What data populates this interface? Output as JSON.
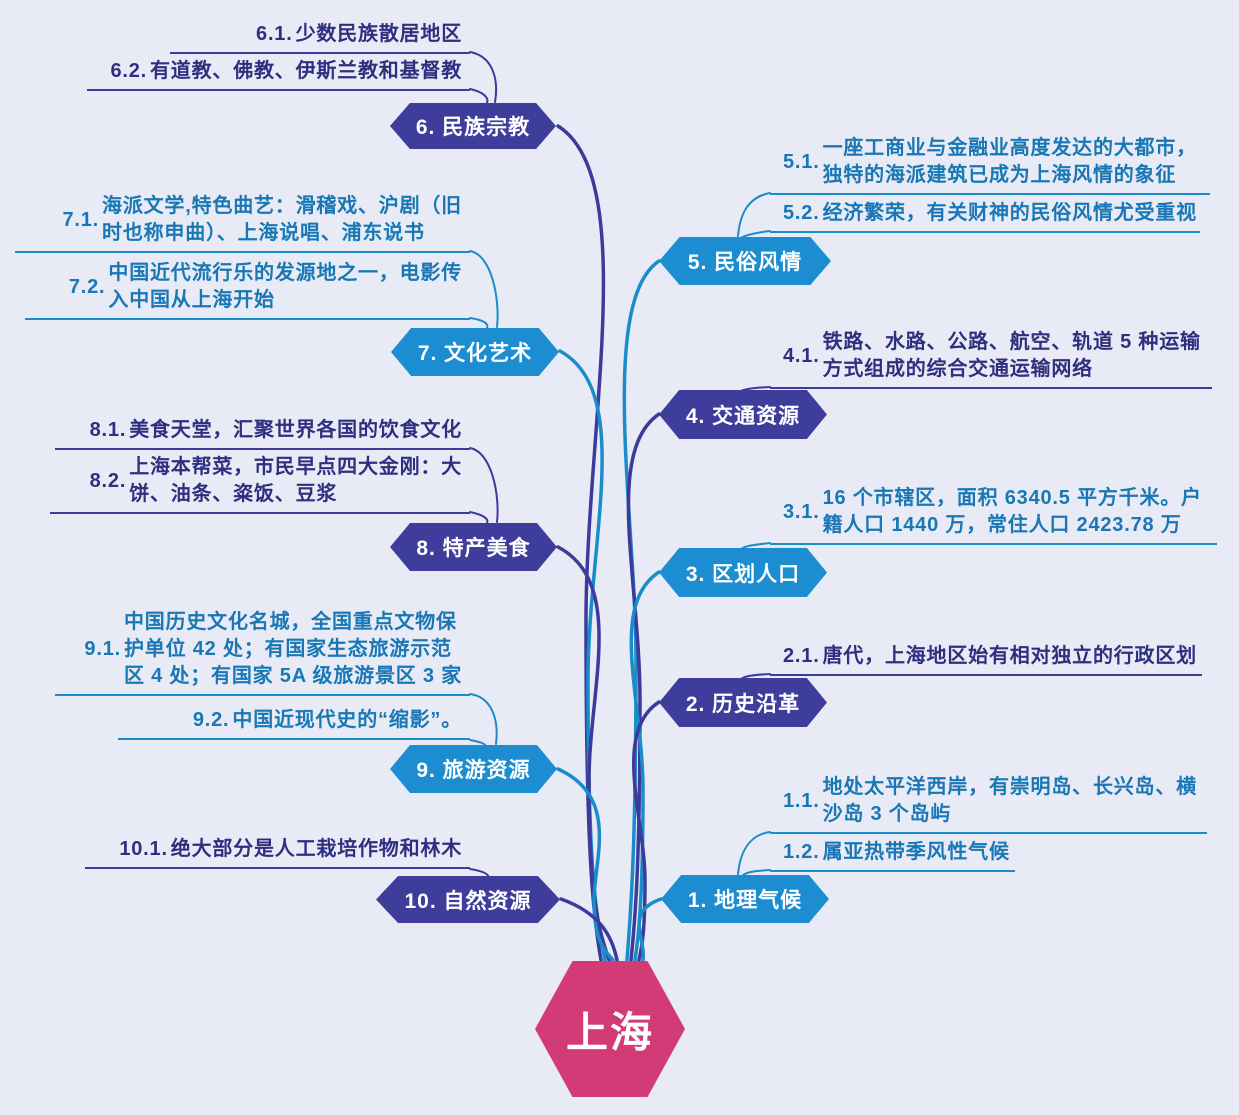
{
  "center": {
    "label": "上海"
  },
  "colors": {
    "background": "#e8ebf5",
    "center_pink": "#d23b76",
    "node_blue": "#1b8dd0",
    "node_indigo": "#3f3d9b",
    "text_blue": "#1877b4",
    "text_indigo": "#2f2f80",
    "line_blue": "#1a8cc9",
    "line_indigo": "#3c3a9b"
  },
  "branches": [
    {
      "label": "1. 地理气候",
      "color": "blue",
      "items": [
        {
          "num": "1.1.",
          "text": "地处太平洋西岸，有崇明岛、长兴岛、横\n沙岛 3 个岛屿"
        },
        {
          "num": "1.2.",
          "text": "属亚热带季风性气候"
        }
      ]
    },
    {
      "label": "2. 历史沿革",
      "color": "indigo",
      "items": [
        {
          "num": "2.1.",
          "text": "唐代，上海地区始有相对独立的行政区划"
        }
      ]
    },
    {
      "label": "3. 区划人口",
      "color": "blue",
      "items": [
        {
          "num": "3.1.",
          "text": "16 个市辖区，面积 6340.5 平方千米。户\n籍人口 1440 万，常住人口 2423.78 万"
        }
      ]
    },
    {
      "label": "4. 交通资源",
      "color": "indigo",
      "items": [
        {
          "num": "4.1.",
          "text": "铁路、水路、公路、航空、轨道 5 种运输\n方式组成的综合交通运输网络"
        }
      ]
    },
    {
      "label": "5. 民俗风情",
      "color": "blue",
      "items": [
        {
          "num": "5.1.",
          "text": "一座工商业与金融业高度发达的大都市，\n独特的海派建筑已成为上海风情的象征"
        },
        {
          "num": "5.2.",
          "text": "经济繁荣，有关财神的民俗风情尤受重视"
        }
      ]
    },
    {
      "label": "6. 民族宗教",
      "color": "indigo",
      "items": [
        {
          "num": "6.1.",
          "text": "少数民族散居地区"
        },
        {
          "num": "6.2.",
          "text": "有道教、佛教、伊斯兰教和基督教"
        }
      ]
    },
    {
      "label": "7. 文化艺术",
      "color": "blue",
      "items": [
        {
          "num": "7.1.",
          "text": "海派文学,特色曲艺：滑稽戏、沪剧（旧\n时也称申曲）、上海说唱、浦东说书"
        },
        {
          "num": "7.2.",
          "text": "中国近代流行乐的发源地之一，电影传\n入中国从上海开始"
        }
      ]
    },
    {
      "label": "8. 特产美食",
      "color": "indigo",
      "items": [
        {
          "num": "8.1.",
          "text": "美食天堂，汇聚世界各国的饮食文化"
        },
        {
          "num": "8.2.",
          "text": "上海本帮菜，市民早点四大金刚：大\n饼、油条、粢饭、豆浆"
        }
      ]
    },
    {
      "label": "9. 旅游资源",
      "color": "blue",
      "items": [
        {
          "num": "9.1.",
          "text": "中国历史文化名城，全国重点文物保\n护单位 42 处；有国家生态旅游示范\n区 4 处；有国家 5A 级旅游景区 3 家"
        },
        {
          "num": "9.2.",
          "text": "中国近现代史的“缩影”。"
        }
      ]
    },
    {
      "label": "10. 自然资源",
      "color": "indigo",
      "items": [
        {
          "num": "10.1.",
          "text": "绝大部分是人工栽培作物和林木"
        }
      ]
    }
  ]
}
